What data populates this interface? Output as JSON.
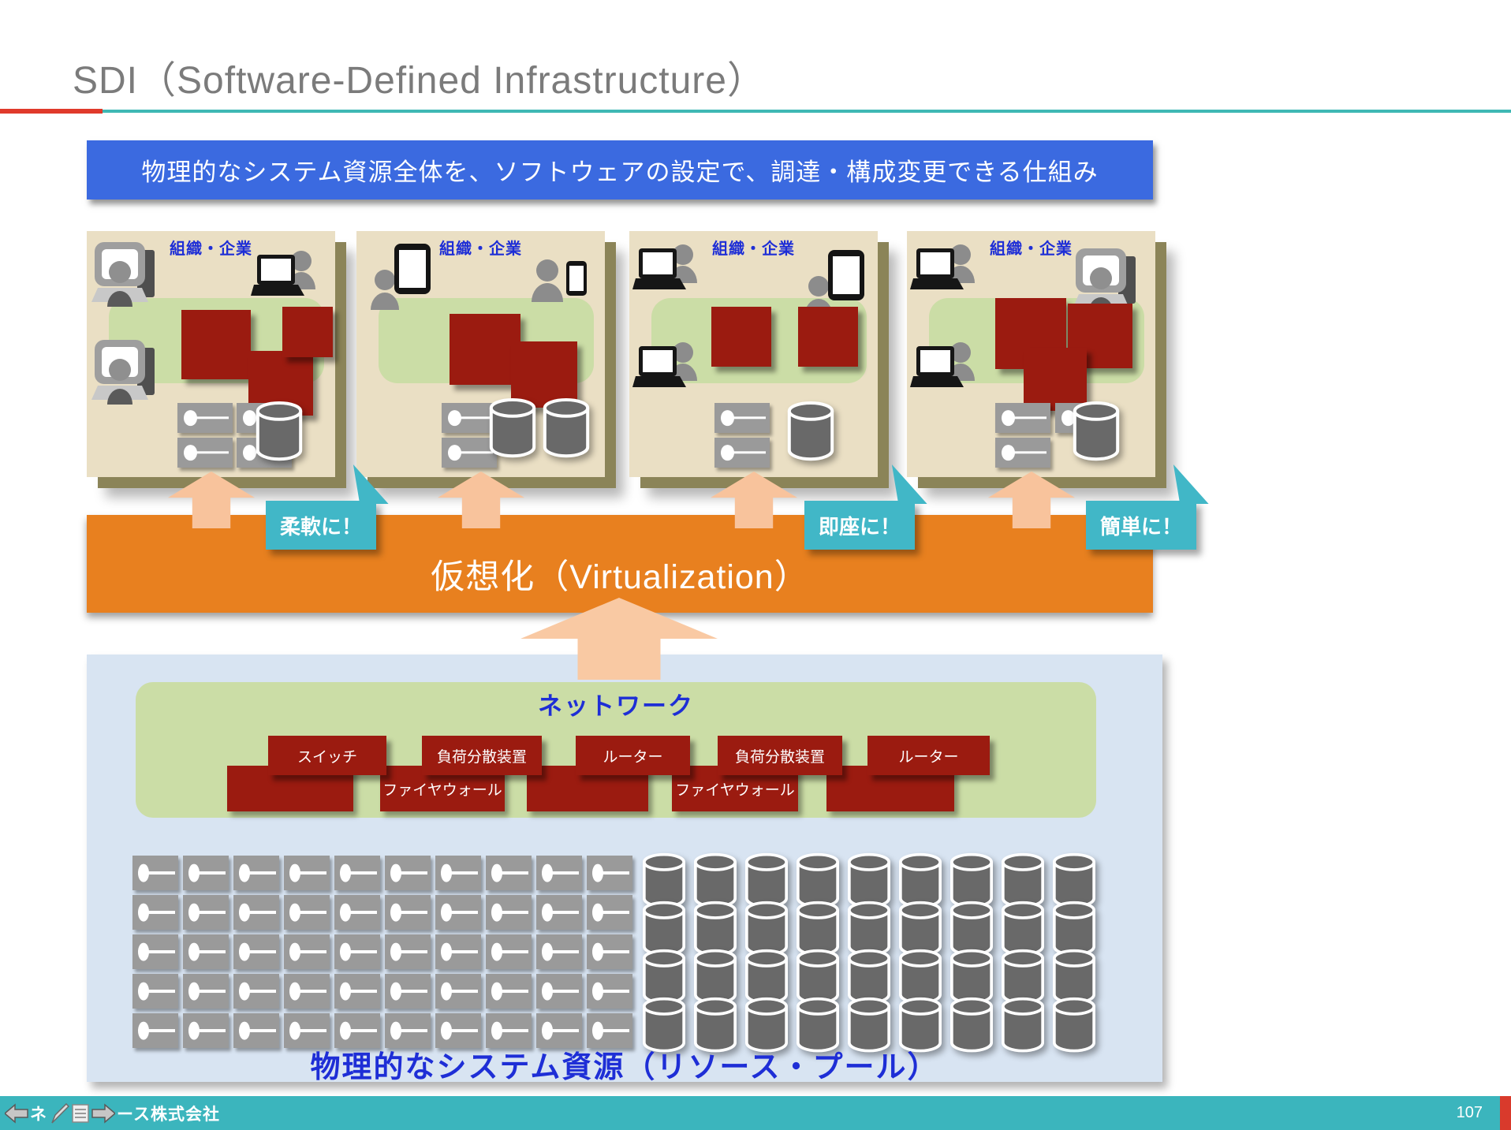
{
  "slide": {
    "title": "SDI（Software-Defined Infrastructure）",
    "banner": "物理的なシステム資源全体を、ソフトウェアの設定で、調達・構成変更できる仕組み",
    "org_box_label": "組織・企業",
    "virtualization_label": "仮想化（Virtualization）",
    "callouts": [
      {
        "text": "柔軟に！"
      },
      {
        "text": "即座に！"
      },
      {
        "text": "簡単に！"
      }
    ],
    "org_boxes": [
      {
        "devices": [
          "desktop-user",
          "desktop-user",
          "laptop-user"
        ],
        "app_squares": 3,
        "servers": 4,
        "databases": 1
      },
      {
        "devices": [
          "tablet-user",
          "phone-user"
        ],
        "app_squares": 2,
        "servers": 2,
        "databases": 2
      },
      {
        "devices": [
          "laptop-user",
          "laptop-user",
          "tablet-user"
        ],
        "app_squares": 2,
        "servers": 2,
        "databases": 1
      },
      {
        "devices": [
          "laptop-user",
          "laptop-user",
          "desktop-user"
        ],
        "app_squares": 3,
        "servers": 3,
        "databases": 1
      }
    ],
    "network": {
      "title": "ネットワーク",
      "chips_top": [
        "スイッチ",
        "負荷分散装置",
        "ルーター",
        "負荷分散装置",
        "ルーター"
      ],
      "chips_bottom": [
        "",
        "ファイヤウォール",
        "",
        "ファイヤウォール",
        ""
      ]
    },
    "resource_pool": {
      "caption": "物理的なシステム資源（リソース・プール）",
      "server_rows": 5,
      "server_cols": 10,
      "storage_rows": 4,
      "storage_cols": 9
    },
    "footer": {
      "company_prefix": "ネ",
      "company": "ース株式会社",
      "page": "107"
    },
    "colors": {
      "accent_red": "#E03A2B",
      "teal_line": "#3FB8B4",
      "banner_blue": "#3B6AE0",
      "org_tan": "#EADFC4",
      "org_shadow_olive": "#8B8458",
      "band_green": "#CBDDA6",
      "app_red": "#9B1B10",
      "virtualization_orange": "#E8801F",
      "arrow_peach": "#F8C39C",
      "callout_teal": "#41B7C7",
      "pool_blue": "#D8E4F2",
      "text_blue": "#1E2ED6",
      "footer_teal": "#3BB5BD",
      "icon_gray": "#9A9A9A"
    }
  }
}
